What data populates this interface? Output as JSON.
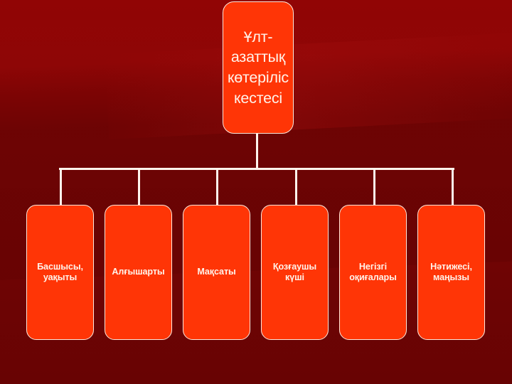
{
  "slide": {
    "background_color": "#8a0606",
    "node_fill_color": "#ff3506",
    "node_border_color": "#ffe8dc",
    "text_color": "#fff3ea"
  },
  "chart_data": {
    "type": "diagram",
    "diagram_type": "organization-chart",
    "title": "Ұлт-азаттық көтеріліс кестесі",
    "root": {
      "label": "Ұлт-\nазаттық\nкөтеріліс\nкестесі",
      "lines": [
        "Ұлт-",
        "азаттық",
        "көтеріліс",
        "кестесі"
      ]
    },
    "children": [
      {
        "label": "Басшысы, уақыты",
        "lines": [
          "Басшысы,",
          "уақыты"
        ]
      },
      {
        "label": "Алғышарты",
        "lines": [
          "Алғышарты"
        ]
      },
      {
        "label": "Мақсаты",
        "lines": [
          "Мақсаты"
        ]
      },
      {
        "label": "Қозғаушы күші",
        "lines": [
          "Қозғаушы",
          "күші"
        ]
      },
      {
        "label": "Негізгі оқиғалары",
        "lines": [
          "Негізгі",
          "оқиғалары"
        ]
      },
      {
        "label": "Нәтижесі, маңызы",
        "lines": [
          "Нәтижесі,",
          "маңызы"
        ]
      }
    ],
    "child_count": 6,
    "layout": "single root with six sibling leaf nodes connected by a horizontal bus"
  }
}
